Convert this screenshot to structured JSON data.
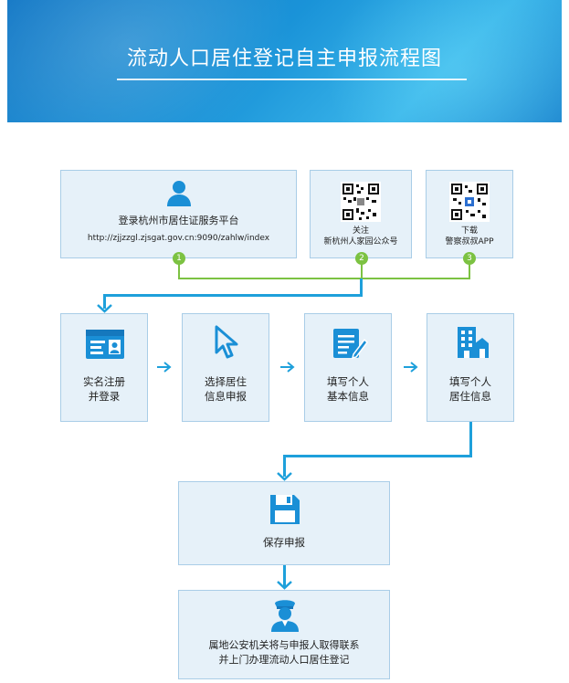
{
  "header": {
    "title": "流动人口居住登记自主申报流程图"
  },
  "entry_options": [
    {
      "number": "1",
      "label": "登录杭州市居住证服务平台",
      "url": "http://zjjzzgl.zjsgat.gov.cn:9090/zahlw/index"
    },
    {
      "number": "2",
      "line1": "关注",
      "line2": "新杭州人家园公众号"
    },
    {
      "number": "3",
      "line1": "下载",
      "line2": "警察叔叔APP"
    }
  ],
  "steps": [
    {
      "line1": "实名注册",
      "line2": "并登录"
    },
    {
      "line1": "选择居住",
      "line2": "信息申报"
    },
    {
      "line1": "填写个人",
      "line2": "基本信息"
    },
    {
      "line1": "填写个人",
      "line2": "居住信息"
    }
  ],
  "save_step": {
    "label": "保存申报"
  },
  "final_step": {
    "line1": "属地公安机关将与申报人取得联系",
    "line2": "并上门办理流动人口居住登记"
  },
  "colors": {
    "accent": "#1ea0db",
    "box_fill": "#e6f1f9",
    "badge_green": "#7cc242",
    "banner": "#1a93d8"
  },
  "icons": [
    "person-icon",
    "qr-code-icon",
    "id-card-icon",
    "cursor-icon",
    "edit-form-icon",
    "building-icon",
    "save-disk-icon",
    "police-officer-icon"
  ]
}
